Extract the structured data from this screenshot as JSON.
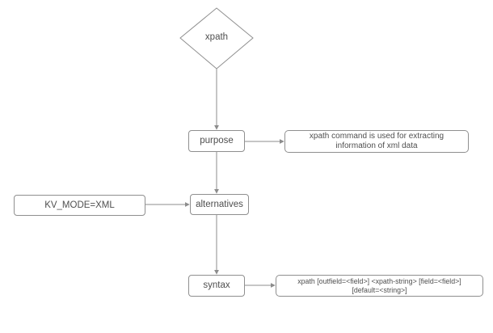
{
  "diagram": {
    "nodes": {
      "xpath": {
        "label": "xpath"
      },
      "purpose": {
        "label": "purpose"
      },
      "purpose_info": {
        "lines": [
          "xpath command is used for extracting",
          "information of xml data"
        ]
      },
      "kv_mode": {
        "label": "KV_MODE=XML"
      },
      "alternatives": {
        "label": "alternatives"
      },
      "syntax": {
        "label": "syntax"
      },
      "syntax_info": {
        "lines": [
          "xpath [outfield=<field>] <xpath-string> [field=<field>]",
          "[default=<string>]"
        ]
      }
    },
    "edges": [
      {
        "from": "xpath",
        "to": "purpose"
      },
      {
        "from": "purpose",
        "to": "purpose_info"
      },
      {
        "from": "purpose",
        "to": "alternatives"
      },
      {
        "from": "kv_mode",
        "to": "alternatives"
      },
      {
        "from": "alternatives",
        "to": "syntax"
      },
      {
        "from": "syntax",
        "to": "syntax_info"
      }
    ],
    "colors": {
      "border": "#8f8f8f",
      "line": "#8c8c8c",
      "text": "#4f4f4f",
      "background": "#ffffff"
    }
  }
}
